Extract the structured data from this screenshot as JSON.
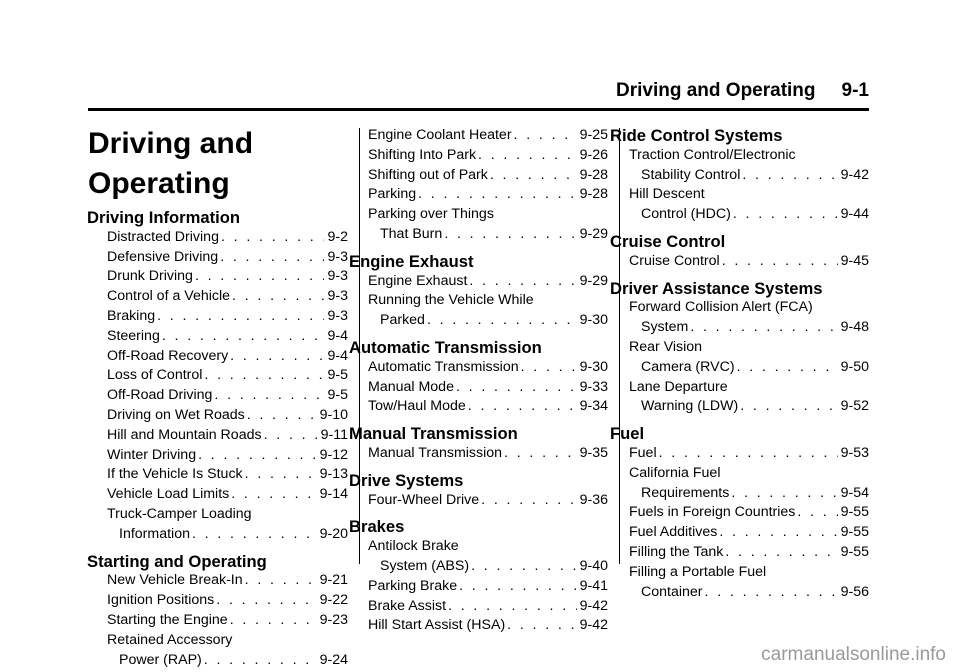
{
  "header": {
    "title": "Driving and Operating",
    "page_number": "9-1"
  },
  "chapter_title": "Driving and Operating",
  "columns": [
    {
      "sections": [
        {
          "heading": "Driving Information",
          "entries": [
            {
              "text": "Distracted Driving",
              "page": "9-2"
            },
            {
              "text": "Defensive Driving",
              "page": "9-3"
            },
            {
              "text": "Drunk Driving",
              "page": "9-3"
            },
            {
              "text": "Control of a Vehicle",
              "page": "9-3"
            },
            {
              "text": "Braking",
              "page": "9-3"
            },
            {
              "text": "Steering",
              "page": "9-4"
            },
            {
              "text": "Off-Road Recovery",
              "page": "9-4"
            },
            {
              "text": "Loss of Control",
              "page": "9-5"
            },
            {
              "text": "Off-Road Driving",
              "page": "9-5"
            },
            {
              "text": "Driving on Wet Roads",
              "page": "9-10"
            },
            {
              "text": "Hill and Mountain Roads",
              "page": "9-11"
            },
            {
              "text": "Winter Driving",
              "page": "9-12"
            },
            {
              "text": "If the Vehicle Is Stuck",
              "page": "9-13"
            },
            {
              "text": "Vehicle Load Limits",
              "page": "9-14"
            },
            {
              "text": "Truck-Camper Loading",
              "text2": "Information",
              "page": "9-20"
            }
          ]
        },
        {
          "heading": "Starting and Operating",
          "entries": [
            {
              "text": "New Vehicle Break-In",
              "page": "9-21"
            },
            {
              "text": "Ignition Positions",
              "page": "9-22"
            },
            {
              "text": "Starting the Engine",
              "page": "9-23"
            },
            {
              "text": "Retained Accessory",
              "text2": "Power (RAP)",
              "page": "9-24"
            }
          ]
        }
      ]
    },
    {
      "sections": [
        {
          "heading": "",
          "entries": [
            {
              "text": "Engine Coolant Heater",
              "page": "9-25"
            },
            {
              "text": "Shifting Into Park",
              "page": "9-26"
            },
            {
              "text": "Shifting out of Park",
              "page": "9-28"
            },
            {
              "text": "Parking",
              "page": "9-28"
            },
            {
              "text": "Parking over Things",
              "text2": "That Burn",
              "page": "9-29"
            }
          ]
        },
        {
          "heading": "Engine Exhaust",
          "entries": [
            {
              "text": "Engine Exhaust",
              "page": "9-29"
            },
            {
              "text": "Running the Vehicle While",
              "text2": "Parked",
              "page": "9-30"
            }
          ]
        },
        {
          "heading": "Automatic Transmission",
          "entries": [
            {
              "text": "Automatic Transmission",
              "page": "9-30"
            },
            {
              "text": "Manual Mode",
              "page": "9-33"
            },
            {
              "text": "Tow/Haul Mode",
              "page": "9-34"
            }
          ]
        },
        {
          "heading": "Manual Transmission",
          "entries": [
            {
              "text": "Manual Transmission",
              "page": "9-35"
            }
          ]
        },
        {
          "heading": "Drive Systems",
          "entries": [
            {
              "text": "Four-Wheel Drive",
              "page": "9-36"
            }
          ]
        },
        {
          "heading": "Brakes",
          "entries": [
            {
              "text": "Antilock Brake",
              "text2": "System (ABS)",
              "page": "9-40"
            },
            {
              "text": "Parking Brake",
              "page": "9-41"
            },
            {
              "text": "Brake Assist",
              "page": "9-42"
            },
            {
              "text": "Hill Start Assist (HSA)",
              "page": "9-42"
            }
          ]
        }
      ]
    },
    {
      "sections": [
        {
          "heading": "Ride Control Systems",
          "entries": [
            {
              "text": "Traction Control/Electronic",
              "text2": "Stability Control",
              "page": "9-42"
            },
            {
              "text": "Hill Descent",
              "text2": "Control (HDC)",
              "page": "9-44"
            }
          ]
        },
        {
          "heading": "Cruise Control",
          "entries": [
            {
              "text": "Cruise Control",
              "page": "9-45"
            }
          ]
        },
        {
          "heading": "Driver Assistance Systems",
          "entries": [
            {
              "text": "Forward Collision Alert (FCA)",
              "text2": "System",
              "page": "9-48"
            },
            {
              "text": "Rear Vision",
              "text2": "Camera (RVC)",
              "page": "9-50"
            },
            {
              "text": "Lane Departure",
              "text2": "Warning (LDW)",
              "page": "9-52"
            }
          ]
        },
        {
          "heading": "Fuel",
          "entries": [
            {
              "text": "Fuel",
              "page": "9-53"
            },
            {
              "text": "California Fuel",
              "text2": "Requirements",
              "page": "9-54"
            },
            {
              "text": "Fuels in Foreign Countries",
              "page": "9-55"
            },
            {
              "text": "Fuel Additives",
              "page": "9-55"
            },
            {
              "text": "Filling the Tank",
              "page": "9-55"
            },
            {
              "text": "Filling a Portable Fuel",
              "text2": "Container",
              "page": "9-56"
            }
          ]
        }
      ]
    }
  ],
  "watermark": "carmanualsonline.info"
}
